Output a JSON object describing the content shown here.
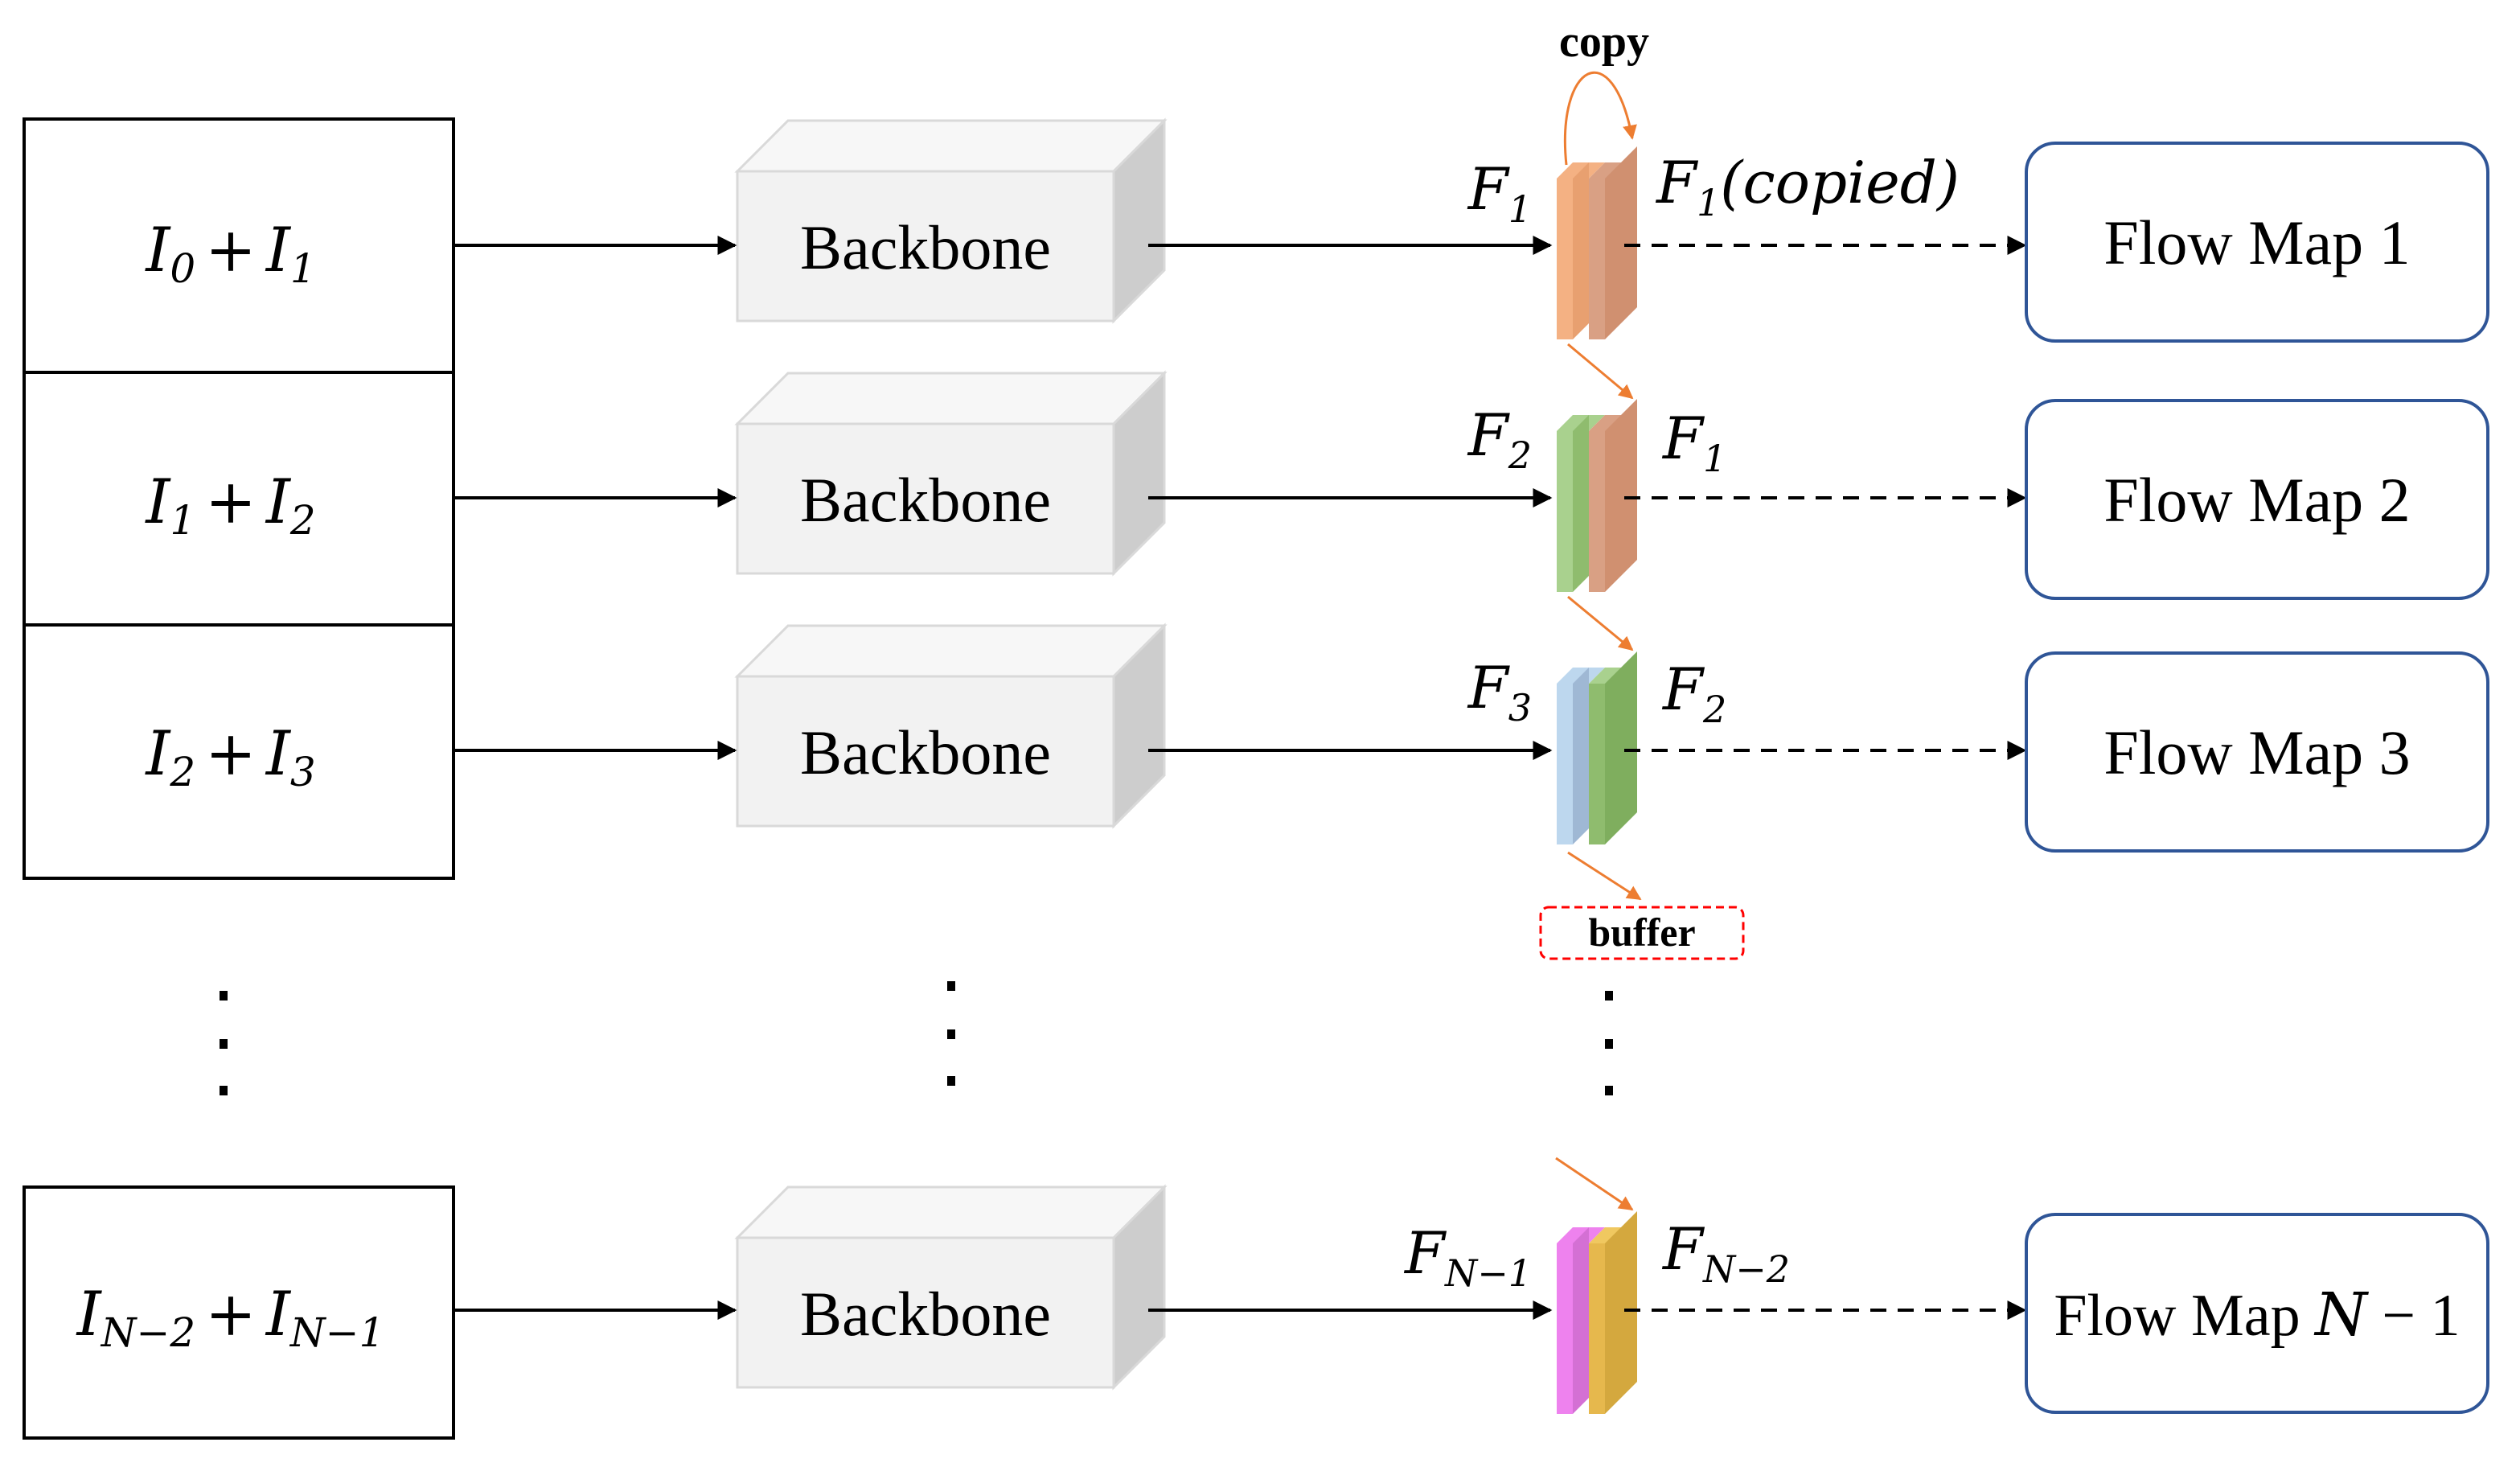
{
  "inputs": [
    {
      "a": "I",
      "a_sub": "0",
      "b": "I",
      "b_sub": "1"
    },
    {
      "a": "I",
      "a_sub": "1",
      "b": "I",
      "b_sub": "2"
    },
    {
      "a": "I",
      "a_sub": "2",
      "b": "I",
      "b_sub": "3"
    },
    {
      "a": "I",
      "a_sub": "N−2",
      "b": "I",
      "b_sub": "N−1"
    }
  ],
  "plus": "+",
  "backbone_label": "Backbone",
  "features": [
    {
      "left": "F",
      "left_sub": "1",
      "right": "F",
      "right_sub": "1",
      "right_note": "(copied)"
    },
    {
      "left": "F",
      "left_sub": "2",
      "right": "F",
      "right_sub": "1",
      "right_note": ""
    },
    {
      "left": "F",
      "left_sub": "3",
      "right": "F",
      "right_sub": "2",
      "right_note": ""
    },
    {
      "left": "F",
      "left_sub": "N−1",
      "right": "F",
      "right_sub": "N−2",
      "right_note": ""
    }
  ],
  "flow_maps": [
    {
      "text": "Flow Map 1",
      "var": "",
      "suffix": ""
    },
    {
      "text": "Flow Map 2",
      "var": "",
      "suffix": ""
    },
    {
      "text": "Flow Map 3",
      "var": "",
      "suffix": ""
    },
    {
      "text": "Flow Map ",
      "var": "N",
      "suffix": " − 1"
    }
  ],
  "copy_label": "copy",
  "buffer_label": "buffer",
  "colors": {
    "box_stroke": "#000000",
    "backbone_front": "#f2f2f2",
    "backbone_top": "#f7f7f7",
    "backbone_side": "#cdcdcd",
    "backbone_edge": "#d9d9d9",
    "flow_stroke": "#2f5597",
    "orange_arrow": "#ed7d31",
    "buffer_stroke": "#ff0000",
    "feat_orange": "#f4b183",
    "feat_orange_dark": "#d9a084",
    "feat_green": "#a9d18e",
    "feat_blue": "#bdd7ee",
    "feat_magenta": "#ee82ee",
    "feat_yellow": "#e6b84d"
  }
}
